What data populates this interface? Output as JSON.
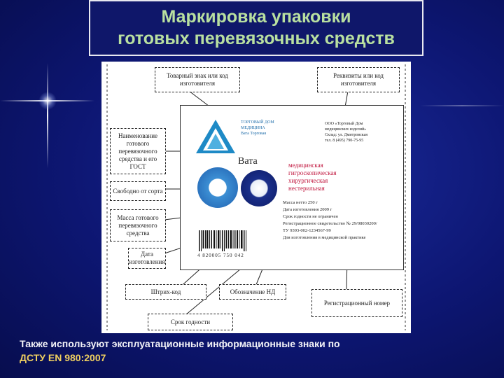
{
  "title": {
    "line1": "Маркировка упаковки",
    "line2": "готовых перевязочных средств"
  },
  "diagram": {
    "callouts": {
      "manufacturer_mark": "Товарный знак или код изготовителя",
      "manufacturer_details": "Реквизиты или код изготовителя",
      "product_name": "Наименование готового перевязочного средства и его ГОСТ",
      "free_from_sort": "Свободно от сорта",
      "product_mass": "Масса готового перевязочного средства",
      "manufacture_date": "Дата изготовления",
      "barcode": "Штрих-код",
      "nd_designation": "Обозначение НД",
      "shelf_life": "Срок годности",
      "registration_number": "Регистрационный номер"
    },
    "label": {
      "vata": "Вата",
      "red_lines": [
        "медицинская",
        "гигроскопическая",
        "хирургическая",
        "нестерильная"
      ],
      "company_block": [
        "ООО «Торговый Дом",
        "медицинских изделий»",
        "Склад: ул. Дмитровская",
        "тел. 8 (495) 790-75-95"
      ],
      "brand_block": [
        "ТОРГОВЫЙ ДОМ",
        "МЕДИЦИНА",
        "Вата Торговая"
      ],
      "info": [
        "Масса нетто 250 г",
        "Дата изготовления 2009 г",
        "Срок годности не ограничен",
        "Регистрационное свидетельство № 29/08030200/",
        "ТУ 9393-002-1234567-99",
        "Для изготовления в медицинской практике"
      ],
      "barcode_digits": "4 820005 750 042"
    }
  },
  "caption": {
    "line1": "Также используют эксплуатационные информационные знаки по",
    "line2": "ДСТУ EN 980:2007"
  },
  "colors": {
    "title_text": "#b9e0a0",
    "caption_text": "#f4f4f8",
    "caption_standard": "#f0d060",
    "label_red": "#c0143c",
    "background": "#0d1672"
  }
}
